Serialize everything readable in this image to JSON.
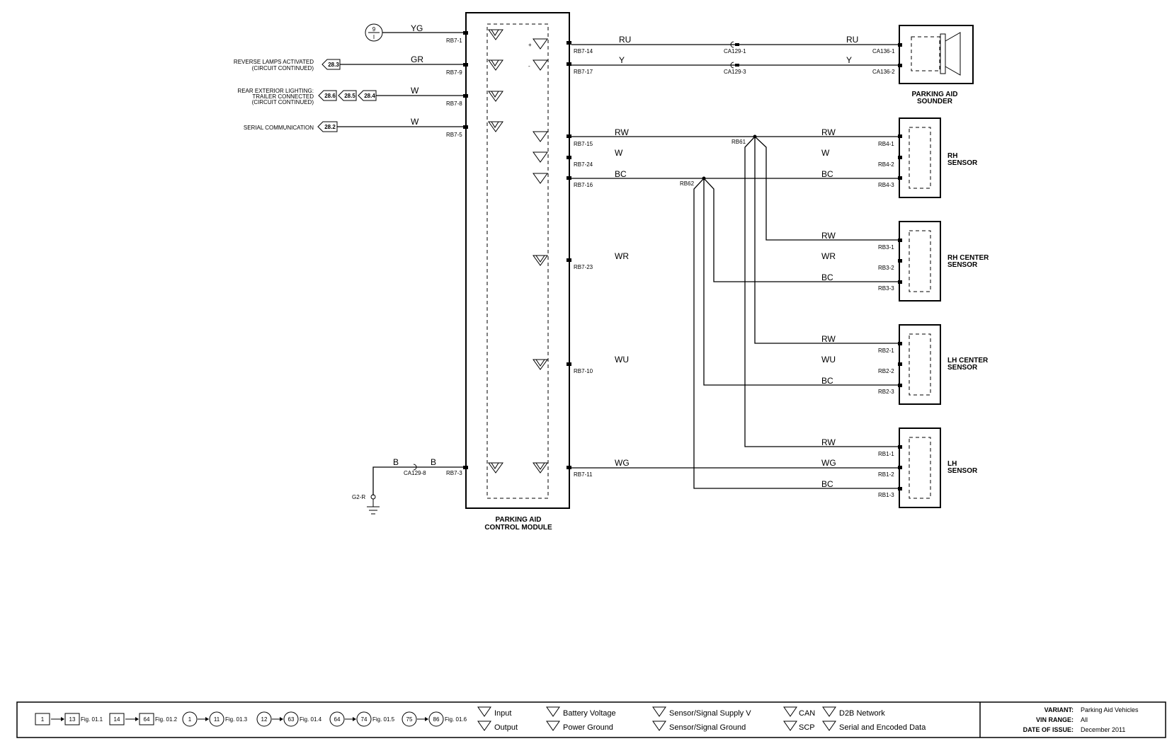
{
  "module": {
    "name": [
      "PARKING AID",
      "CONTROL MODULE"
    ]
  },
  "sounder": {
    "name": [
      "PARKING AID",
      "SOUNDER"
    ],
    "pins": [
      "CA136-1",
      "CA136-2"
    ]
  },
  "left_circuits": {
    "fuse_label": [
      "9",
      "I"
    ],
    "rows": [
      {
        "pin": "RB7-1",
        "wire": "YG",
        "text": [],
        "refs": []
      },
      {
        "pin": "RB7-9",
        "wire": "GR",
        "text": [
          "REVERSE LAMPS ACTIVATED",
          "(CIRCUIT CONTINUED)"
        ],
        "refs": [
          "28.3"
        ]
      },
      {
        "pin": "RB7-8",
        "wire": "W",
        "text": [
          "REAR EXTERIOR LIGHTING:",
          "TRAILER CONNECTED",
          "(CIRCUIT CONTINUED)"
        ],
        "refs": [
          "28.6",
          "28.5",
          "28.4"
        ]
      },
      {
        "pin": "RB7-5",
        "wire": "W",
        "text": [
          "SERIAL COMMUNICATION"
        ],
        "refs": [
          "28.2"
        ]
      }
    ],
    "ground": {
      "pin": "RB7-3",
      "wire1": "B",
      "wire2": "B",
      "inline": "CA129-8",
      "point": "G2-R"
    }
  },
  "module_right_pins": [
    "RB7-14",
    "RB7-17",
    "RB7-15",
    "RB7-24",
    "RB7-16",
    "RB7-23",
    "RB7-10",
    "RB7-11"
  ],
  "sounder_wires": [
    {
      "wire": "RU",
      "inline": "CA129-1"
    },
    {
      "wire": "Y",
      "inline": "CA129-3"
    }
  ],
  "splices": [
    "RB61",
    "RB62"
  ],
  "module_wires": [
    "RW",
    "W",
    "BC",
    "WR",
    "WU",
    "WG"
  ],
  "sensors": [
    {
      "name": [
        "RH",
        "SENSOR"
      ],
      "pins": [
        "RB4-1",
        "RB4-2",
        "RB4-3"
      ],
      "wires": [
        "RW",
        "W",
        "BC"
      ]
    },
    {
      "name": [
        "RH CENTER",
        "SENSOR"
      ],
      "pins": [
        "RB3-1",
        "RB3-2",
        "RB3-3"
      ],
      "wires": [
        "RW",
        "WR",
        "BC"
      ]
    },
    {
      "name": [
        "LH CENTER",
        "SENSOR"
      ],
      "pins": [
        "RB2-1",
        "RB2-2",
        "RB2-3"
      ],
      "wires": [
        "RW",
        "WU",
        "BC"
      ]
    },
    {
      "name": [
        "LH",
        "SENSOR"
      ],
      "pins": [
        "RB1-1",
        "RB1-2",
        "RB1-3"
      ],
      "wires": [
        "RW",
        "WG",
        "BC"
      ]
    }
  ],
  "legend": {
    "fig_groups": [
      {
        "from": "1",
        "to": "13",
        "fig": "Fig. 01.1"
      },
      {
        "from": "14",
        "to": "64",
        "fig": "Fig. 01.2"
      },
      {
        "from": "1",
        "to": "11",
        "fig": "Fig. 01.3"
      },
      {
        "from": "12",
        "to": "63",
        "fig": "Fig. 01.4"
      },
      {
        "from": "64",
        "to": "74",
        "fig": "Fig. 01.5"
      },
      {
        "from": "75",
        "to": "86",
        "fig": "Fig. 01.6"
      }
    ],
    "symbols": [
      {
        "label": "Input",
        "glyph": "I"
      },
      {
        "label": "Output",
        "glyph": "O"
      },
      {
        "label": "Battery Voltage",
        "glyph": "B"
      },
      {
        "label": "Power Ground",
        "glyph": "P"
      },
      {
        "label": "Sensor/Signal Supply V",
        "glyph": "+"
      },
      {
        "label": "Sensor/Signal Ground",
        "glyph": ""
      },
      {
        "label": "CAN",
        "glyph": "C"
      },
      {
        "label": "SCP",
        "glyph": "S"
      },
      {
        "label": "D2B Network",
        "glyph": "D"
      },
      {
        "label": "Serial and Encoded Data",
        "glyph": "W"
      }
    ],
    "meta": [
      {
        "key": "VARIANT:",
        "value": "Parking Aid Vehicles"
      },
      {
        "key": "VIN RANGE:",
        "value": "All"
      },
      {
        "key": "DATE OF ISSUE:",
        "value": "December 2011"
      }
    ]
  }
}
